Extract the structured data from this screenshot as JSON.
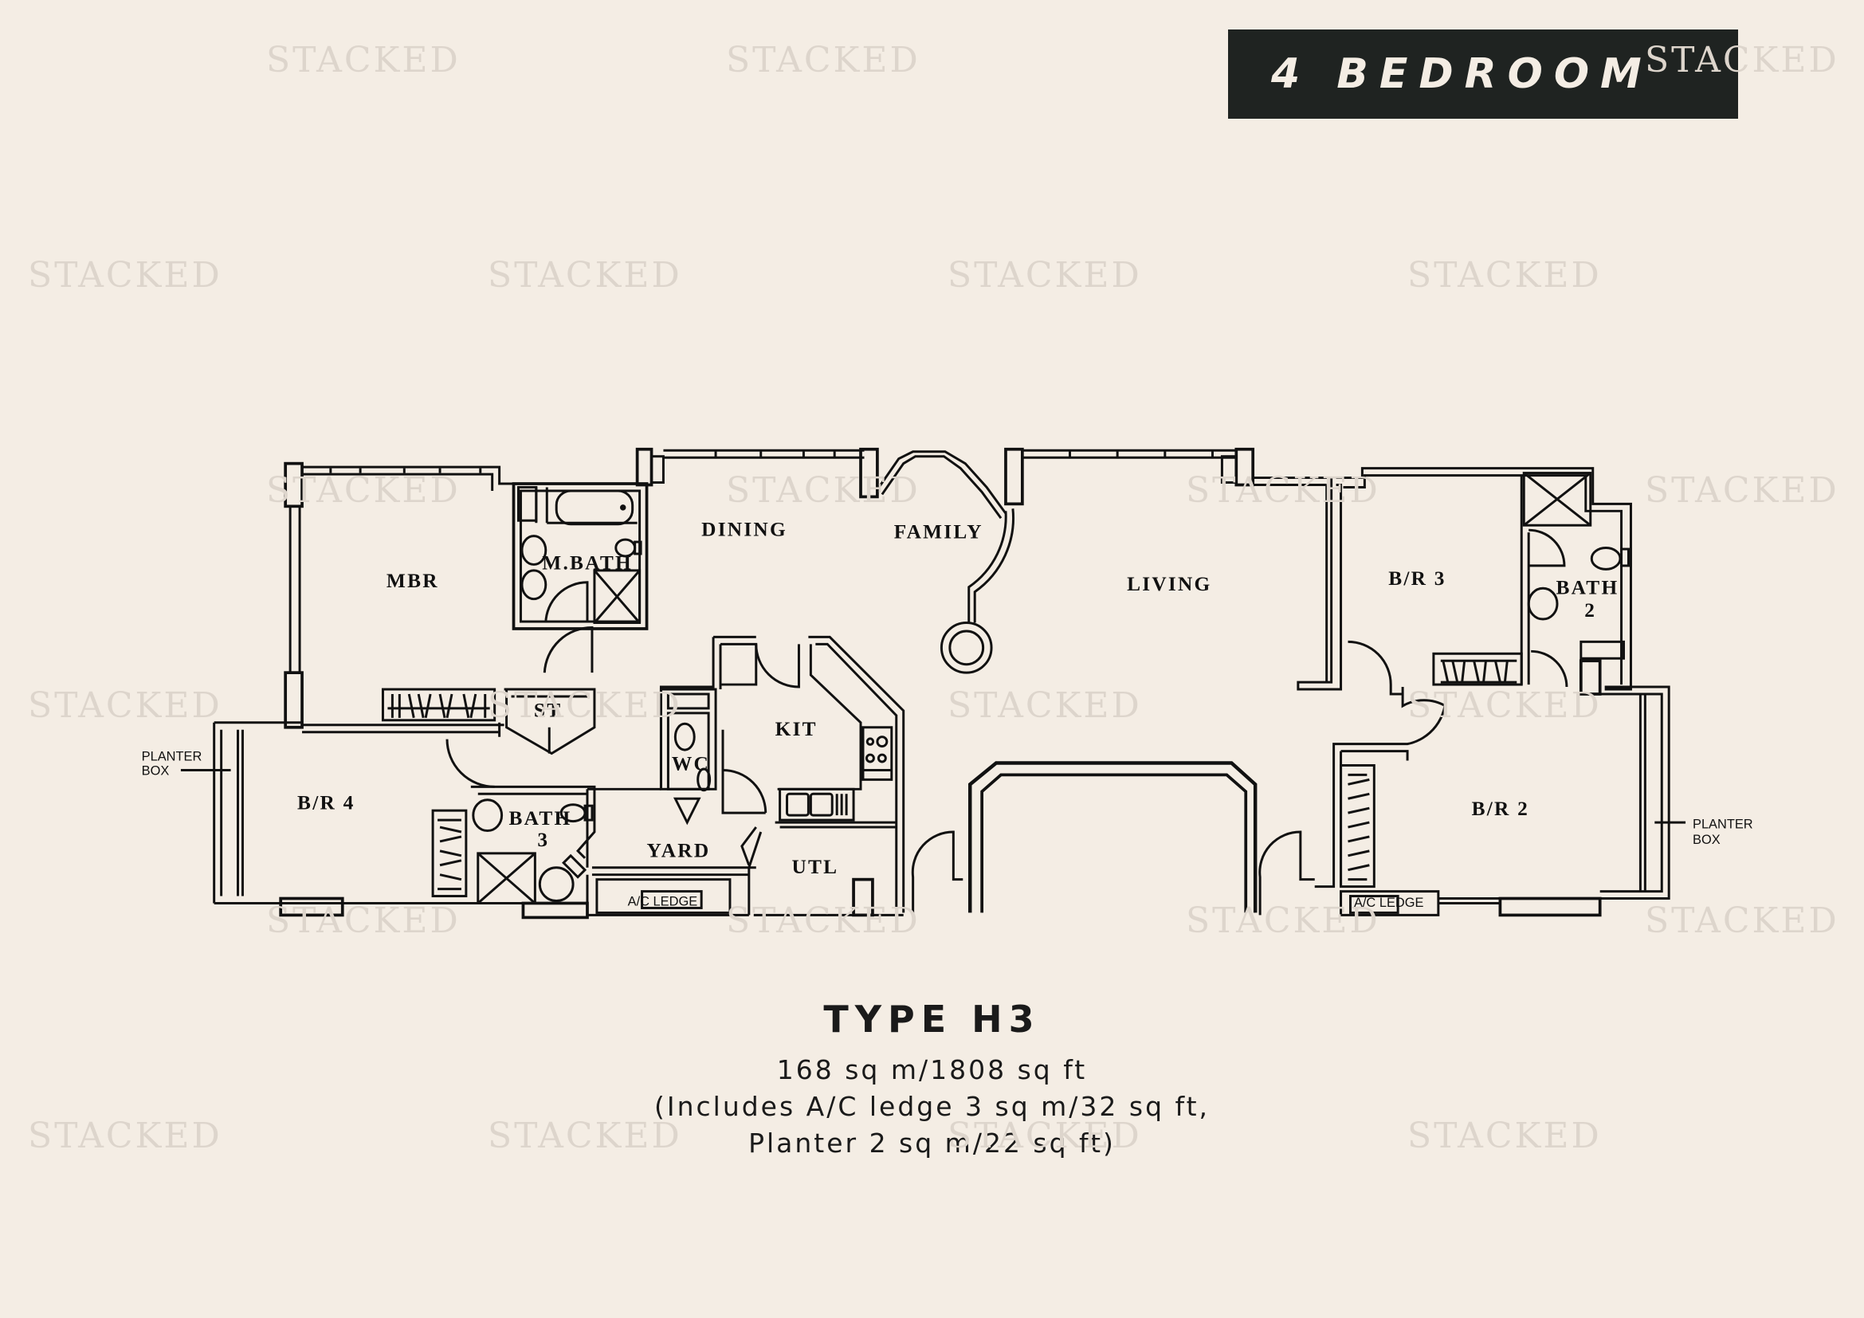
{
  "header": {
    "banner_label": "4 BEDROOM"
  },
  "watermark": {
    "text": "STACKED",
    "color": "#ddd5cc"
  },
  "plan": {
    "rooms": {
      "mbr": "MBR",
      "m_bath": "M.BATH",
      "dining": "DINING",
      "family": "FAMILY",
      "living": "LIVING",
      "br3": "B/R 3",
      "bath2_line1": "BATH",
      "bath2_line2": "2",
      "st": "ST",
      "kit": "KIT",
      "wc": "WC",
      "br4": "B/R 4",
      "bath3_line1": "BATH",
      "bath3_line2": "3",
      "yard": "YARD",
      "utl": "UTL",
      "br2": "B/R 2",
      "ac_ledge_left": "A/C LEDGE",
      "ac_ledge_right": "A/C LEDGE",
      "planter_left_line1": "PLANTER",
      "planter_left_line2": "BOX",
      "planter_right_line1": "PLANTER",
      "planter_right_line2": "BOX"
    }
  },
  "caption": {
    "title": "TYPE H3",
    "area": "168 sq m/1808 sq ft",
    "includes_line1": "(Includes A/C ledge 3 sq m/32 sq ft,",
    "includes_line2": "Planter 2 sq m/22 sq ft)"
  },
  "colors": {
    "background": "#f4ede4",
    "ink": "#111111",
    "banner_bg": "#1f2321"
  }
}
